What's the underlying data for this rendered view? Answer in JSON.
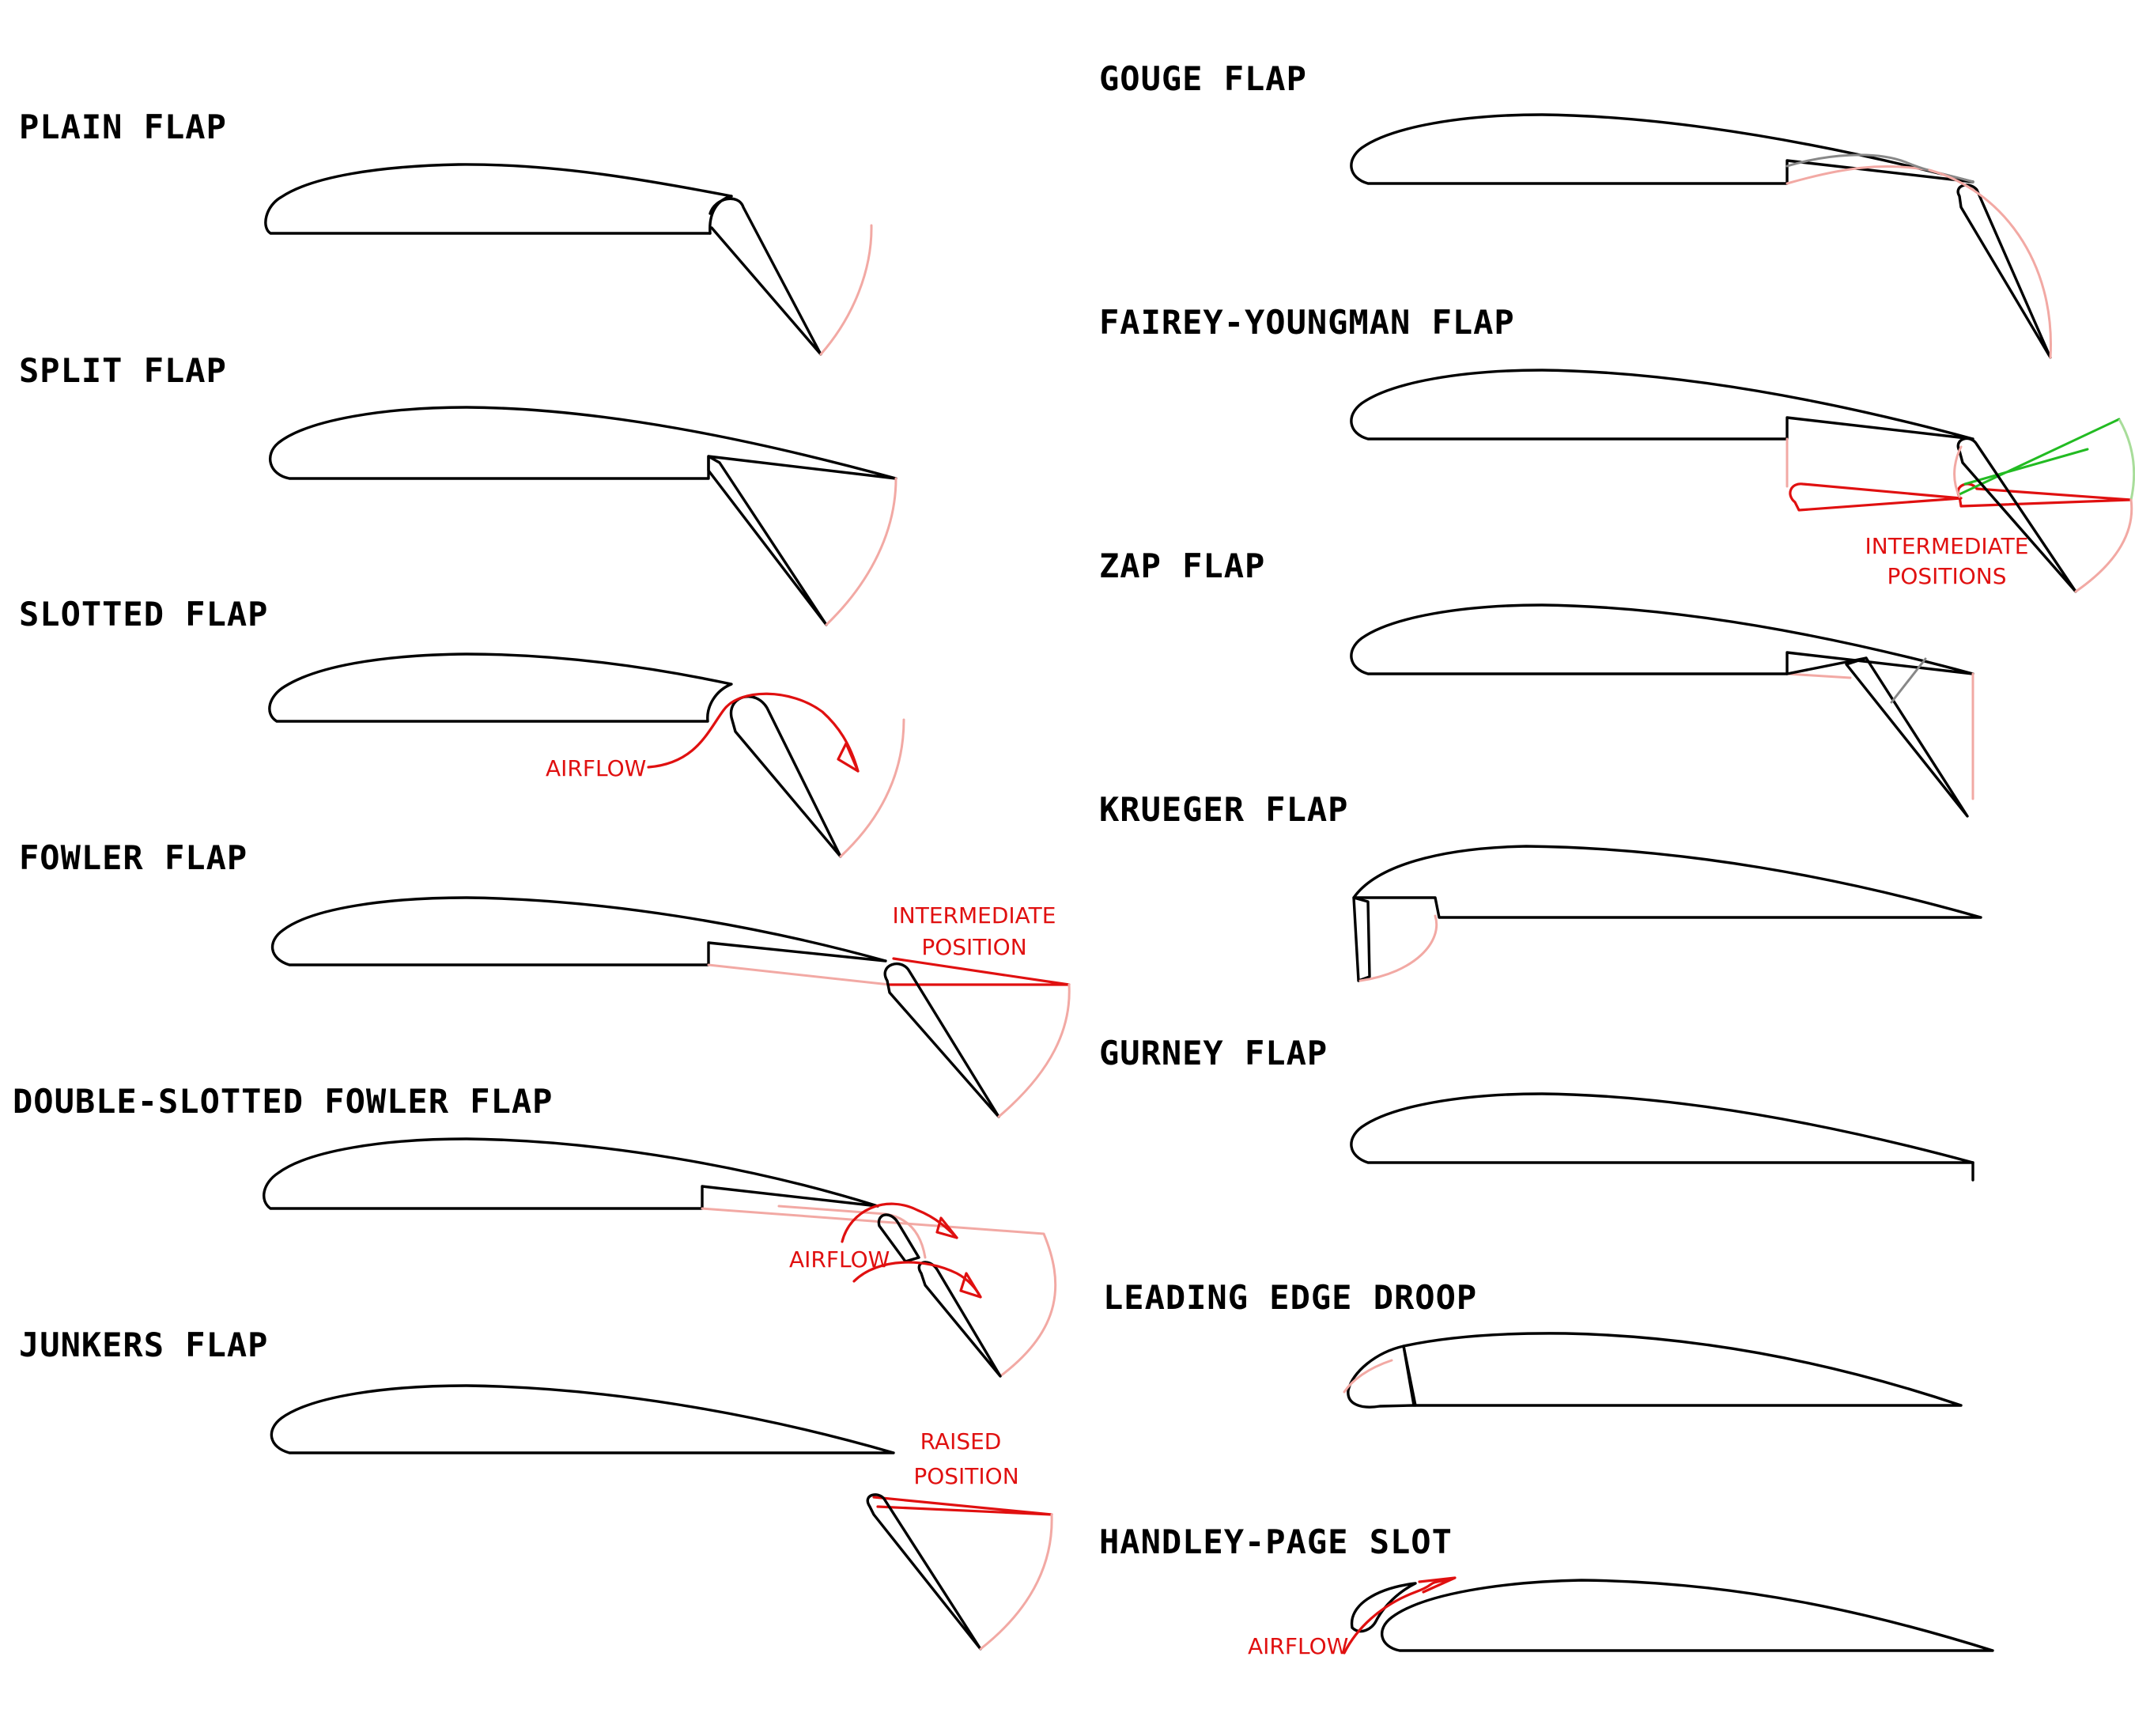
{
  "panels": {
    "plain_flap": {
      "title": "PLAIN FLAP"
    },
    "split_flap": {
      "title": "SPLIT FLAP"
    },
    "slotted_flap": {
      "title": "SLOTTED FLAP",
      "annotation": "AIRFLOW"
    },
    "fowler_flap": {
      "title": "FOWLER FLAP",
      "annotation_line1": "INTERMEDIATE",
      "annotation_line2": "POSITION"
    },
    "double_slotted_fowler_flap": {
      "title": "DOUBLE-SLOTTED FOWLER FLAP",
      "annotation": "AIRFLOW"
    },
    "junkers_flap": {
      "title": "JUNKERS FLAP",
      "annotation_line1": "RAISED",
      "annotation_line2": "POSITION"
    },
    "gouge_flap": {
      "title": "GOUGE FLAP"
    },
    "fairey_youngman_flap": {
      "title": "FAIREY-YOUNGMAN FLAP",
      "annotation_line1": "INTERMEDIATE",
      "annotation_line2": "POSITIONS"
    },
    "zap_flap": {
      "title": "ZAP FLAP"
    },
    "krueger_flap": {
      "title": "KRUEGER FLAP"
    },
    "gurney_flap": {
      "title": "GURNEY FLAP"
    },
    "leading_edge_droop": {
      "title": "LEADING EDGE DROOP"
    },
    "handley_page_slot": {
      "title": "HANDLEY-PAGE SLOT",
      "annotation": "AIRFLOW"
    }
  },
  "colors": {
    "outline": "#000000",
    "deflected_range": "#f2a9a4",
    "annotation": "#e01010",
    "intermediate_alt": "#22bb22"
  }
}
